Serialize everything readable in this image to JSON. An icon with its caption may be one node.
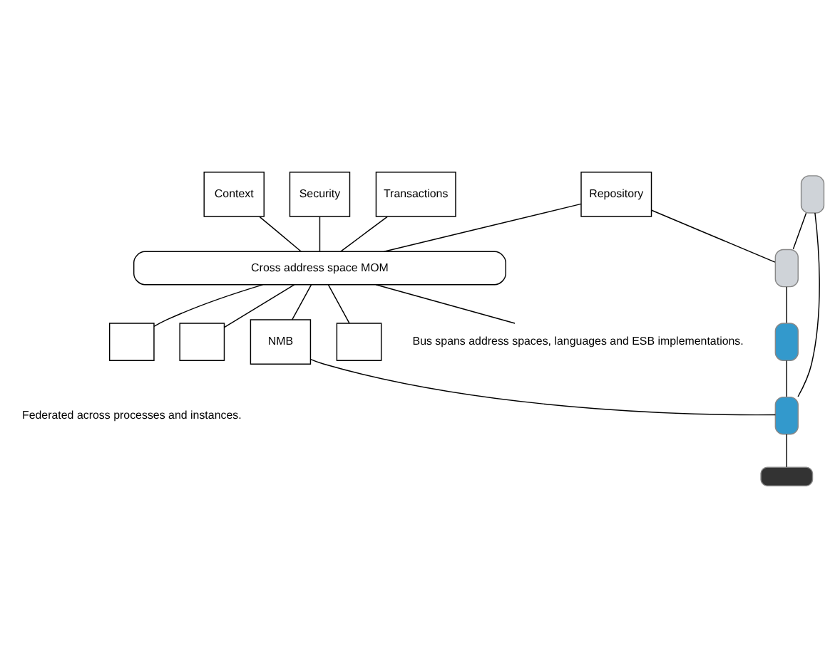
{
  "diagram": {
    "nodes": [
      {
        "text": [
          "Repository"
        ]
      },
      {
        "text": [
          "Context"
        ]
      },
      {
        "text": [
          "Security"
        ]
      },
      {
        "text": [
          "Transactions"
        ]
      },
      {
        "text": [
          "Cross address space MOM"
        ]
      },
      {
        "text": [],
        "shape": "box"
      },
      {
        "text": [],
        "shape": "box"
      },
      {
        "text": [
          "NMB"
        ]
      },
      {
        "text": [],
        "shape": "box"
      },
      {
        "text": [
          "Bus spans address spaces, languages and ESB implementations."
        ]
      },
      {
        "text": [],
        "shape": "computer"
      },
      {
        "text": [],
        "shape": "computer"
      },
      {
        "text": [],
        "shape": "computer"
      },
      {
        "text": [],
        "shape": "computer"
      },
      {
        "text": [],
        "shape": "laptop"
      }
    ],
    "edges": [
      {
        "from": 0,
        "to": 4,
        "arrow": "none"
      },
      {
        "from": 1,
        "to": 4,
        "arrow": "none"
      },
      {
        "from": 2,
        "to": 4,
        "arrow": "none"
      },
      {
        "from": 3,
        "to": 4,
        "arrow": "none"
      },
      {
        "from": 4,
        "to": 5,
        "arrow": "none"
      },
      {
        "from": 4,
        "to": 6,
        "arrow": "none"
      },
      {
        "from": 4,
        "to": 7,
        "arrow": "none"
      },
      {
        "from": 4,
        "to": 8,
        "arrow": "none"
      },
      {
        "from": 4,
        "to": 9,
        "arrow": "none"
      },
      {
        "from": 0,
        "to": 10,
        "arrow": "none"
      },
      {
        "from": 7,
        "to": 12,
        "arrow": "none"
      },
      {
        "from": 11,
        "to": 10,
        "arrow": "none"
      },
      {
        "from": 11,
        "to": 12,
        "arrow": "none"
      },
      {
        "from": 10,
        "to": 13,
        "arrow": "none"
      },
      {
        "from": 13,
        "to": 12,
        "arrow": "none"
      },
      {
        "from": 12,
        "to": 14,
        "arrow": "none"
      }
    ],
    "labels": [
      "Federated across processes and instances."
    ]
  }
}
